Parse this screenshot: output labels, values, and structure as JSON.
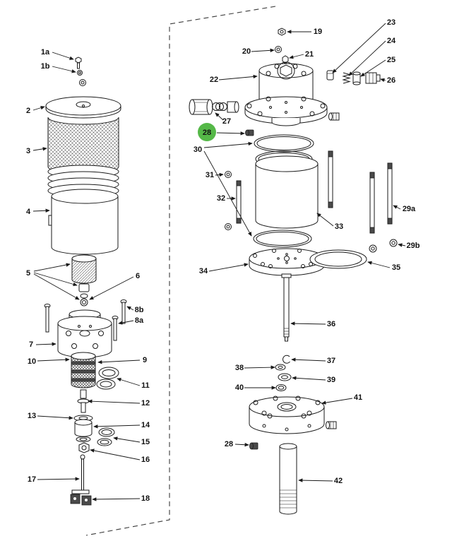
{
  "diagram": {
    "kind": "exploded-parts-diagram",
    "highlight_color": "#55b848",
    "line_color": "#1a1a1a",
    "highlighted_callout": "28"
  },
  "callouts": {
    "c1a": "1a",
    "c1b": "1b",
    "c2": "2",
    "c3": "3",
    "c4": "4",
    "c5": "5",
    "c6": "6",
    "c7": "7",
    "c8a": "8a",
    "c8b": "8b",
    "c9": "9",
    "c10": "10",
    "c11": "11",
    "c12": "12",
    "c13": "13",
    "c14": "14",
    "c15": "15",
    "c16": "16",
    "c17": "17",
    "c18": "18",
    "c19": "19",
    "c20": "20",
    "c21": "21",
    "c22": "22",
    "c23": "23",
    "c24": "24",
    "c25": "25",
    "c26": "26",
    "c27": "27",
    "c28": "28",
    "c28b": "28",
    "c29a": "29a",
    "c29b": "29b",
    "c30": "30",
    "c31": "31",
    "c32": "32",
    "c33": "33",
    "c34": "34",
    "c35": "35",
    "c36": "36",
    "c37": "37",
    "c38": "38",
    "c39": "39",
    "c40": "40",
    "c41": "41",
    "c42": "42"
  }
}
